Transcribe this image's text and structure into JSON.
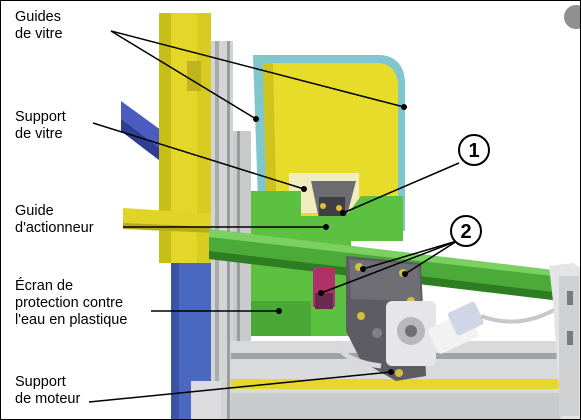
{
  "labels": {
    "glass_guides": [
      "Guides",
      "de vitre"
    ],
    "glass_support": [
      "Support",
      "de vitre"
    ],
    "actuator_guide": [
      "Guide",
      "d'actionneur"
    ],
    "water_shield": [
      "Écran de",
      "protection contre",
      "l'eau en plastique"
    ],
    "motor_support": [
      "Support",
      "de moteur"
    ]
  },
  "callouts": {
    "one": "1",
    "two": "2"
  },
  "colors": {
    "yellow": "#e8dc2a",
    "green": "#5cc040",
    "dark_green": "#3e9a2c",
    "blue": "#3f5fb0",
    "purple": "#4a3c8c",
    "grey_frame": "#c4c6c8",
    "teal_guide": "#7fc7cc",
    "dark_plate": "#5a5a60",
    "magenta": "#b0306a"
  },
  "icons": {
    "corner": "partial-circle-icon"
  }
}
